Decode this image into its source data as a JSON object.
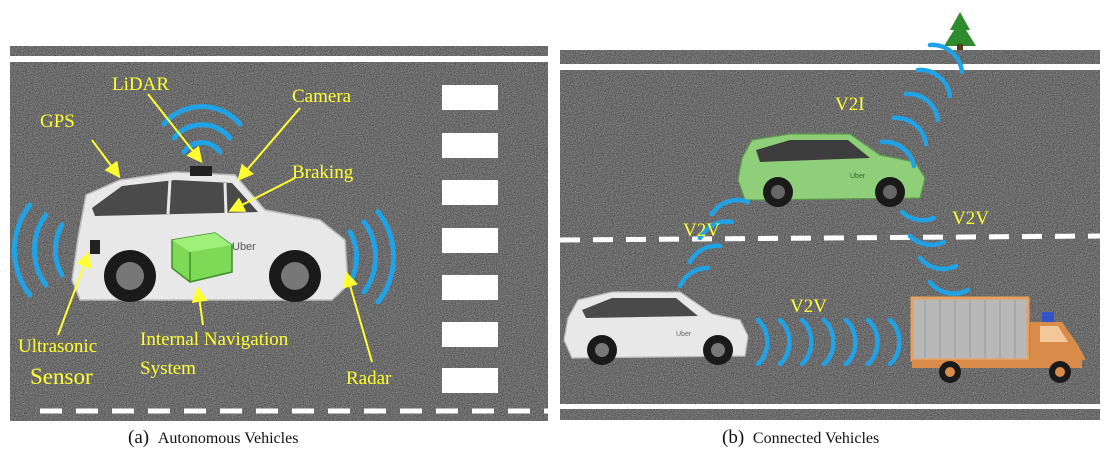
{
  "panel_a": {
    "labels": {
      "lidar": "LiDAR",
      "camera": "Camera",
      "gps": "GPS",
      "braking": "Braking",
      "ultrasonic_line1": "Ultrasonic",
      "ultrasonic_line2": "Sensor",
      "ins_line1": "Internal Navigation",
      "ins_line2": "System",
      "radar": "Radar"
    },
    "car_logo": "Uber",
    "caption_prefix": "(a)",
    "caption_text": "Autonomous Vehicles"
  },
  "panel_b": {
    "labels": {
      "v2i": "V2I",
      "v2v_left": "V2V",
      "v2v_right": "V2V",
      "v2v_bottom": "V2V"
    },
    "car_logo": "Uber",
    "caption_prefix": "(b)",
    "caption_text": "Connected Vehicles"
  },
  "colors": {
    "road": "#262626",
    "label_yellow": "#ffff33",
    "wave_blue": "#1fa3e6",
    "green_car": "#8fcf7a",
    "truck_orange": "#d98c4a",
    "tree_green": "#2e8b2e"
  },
  "icons": [
    "tree-icon",
    "truck-icon",
    "car-icon",
    "sensor-box-icon"
  ]
}
